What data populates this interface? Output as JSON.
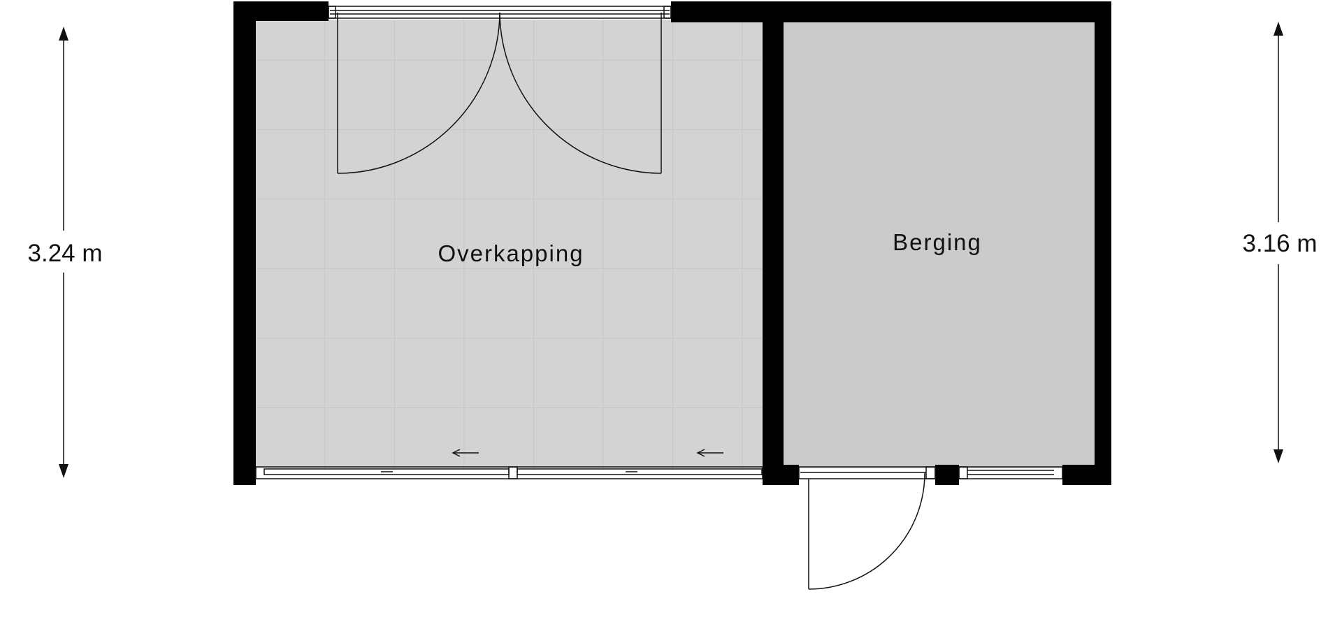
{
  "rooms": {
    "overkapping": {
      "label": "Overkapping"
    },
    "berging": {
      "label": "Berging"
    }
  },
  "dimensions": {
    "left": "3.24 m",
    "right": "3.16 m"
  },
  "colors": {
    "wall": "#000000",
    "floor_tiled": "#d3d3d3",
    "floor_plain": "#cbcbcb",
    "tile_line": "#c2c2c2",
    "line": "#111111"
  }
}
